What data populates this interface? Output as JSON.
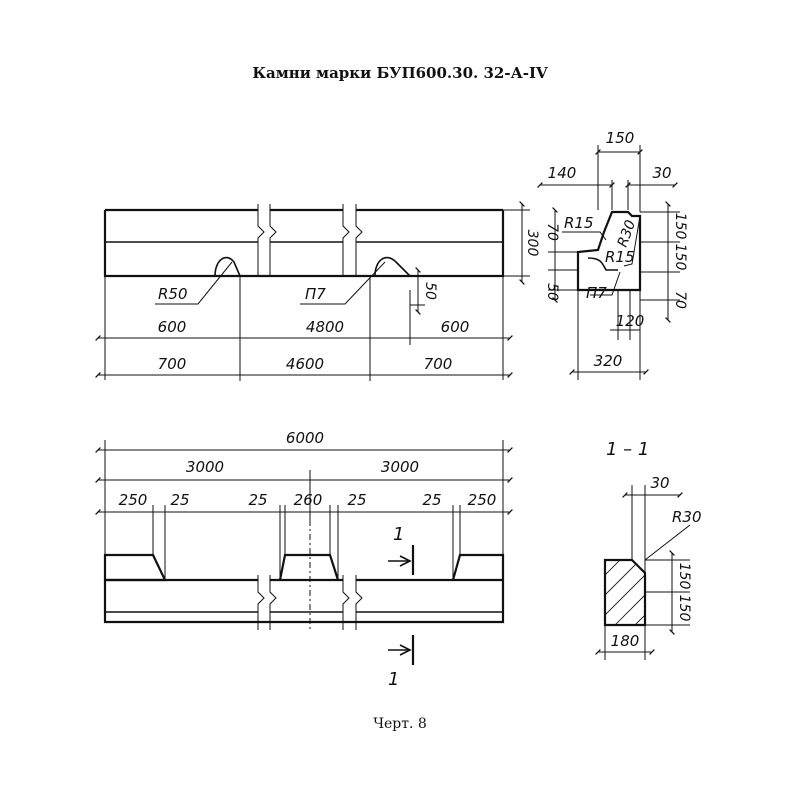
{
  "title": "Камни марки БУП600.30. 32-А-IV",
  "caption": "Черт. 8",
  "section_label": "1 – 1",
  "section_mark": "1",
  "top_view": {
    "dims_bottom": [
      "600",
      "4800",
      "600"
    ],
    "dims_overall": [
      "700",
      "4600",
      "700"
    ],
    "height": "300",
    "notch_depth": "50",
    "radius_label": "R50",
    "notch_label": "П7"
  },
  "profile": {
    "top_width": "150",
    "left_width": "140",
    "right_width": "30",
    "radius_15_a": "R15",
    "radius_30": "R30",
    "radius_15_b": "R15",
    "notch_label": "П7",
    "dim_70_top": "70",
    "dim_50": "50",
    "dim_150_a": "150",
    "dim_150_b": "150",
    "dim_70_bottom": "70",
    "dim_120": "120",
    "base_width": "320"
  },
  "front_view": {
    "overall": "6000",
    "halves": [
      "3000",
      "3000"
    ],
    "segments": [
      "250",
      "25",
      "25",
      "260",
      "25",
      "25",
      "250"
    ]
  },
  "section": {
    "chamfer": "30",
    "radius": "R30",
    "dim_150_a": "150",
    "dim_150_b": "150",
    "width": "180"
  }
}
